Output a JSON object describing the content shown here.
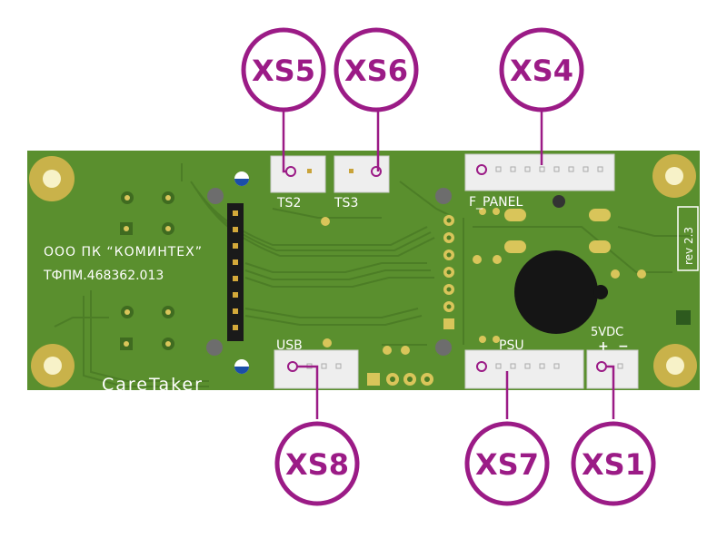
{
  "board": {
    "brand": "CareTaker",
    "company": "ООО ПК “КОМИНТЕХ”",
    "part_number": "ТФПМ.468362.013",
    "revision": "rev 2.3",
    "colors": {
      "pcb": "#5a8f2e",
      "trace": "#4f8228",
      "silkscreen": "#ffffff",
      "connector_accent": "#9b1b86",
      "callout": "#9b1b86"
    }
  },
  "connector_labels": {
    "ts2": "TS2",
    "ts3": "TS3",
    "f_panel": "F_PANEL",
    "usb": "USB",
    "psu": "PSU",
    "vdc": "5VDC",
    "plus": "+",
    "minus": "−"
  },
  "callouts": {
    "xs5": "XS5",
    "xs6": "XS6",
    "xs4": "XS4",
    "xs8": "XS8",
    "xs7": "XS7",
    "xs1": "XS1"
  }
}
